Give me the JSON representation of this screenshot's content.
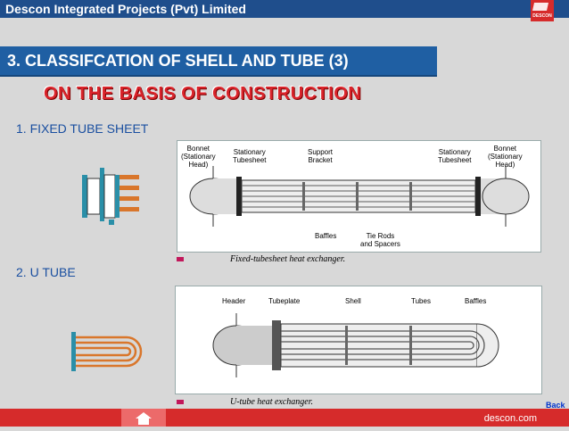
{
  "header": {
    "company": "Descon Integrated Projects (Pvt) Limited",
    "logo_text": "DESCON"
  },
  "section": {
    "title": "3. CLASSIFCATION OF SHELL AND TUBE (3)"
  },
  "heading": "ON THE BASIS OF CONSTRUCTION",
  "types": [
    {
      "label": "1. FIXED TUBE SHEET",
      "caption": "Fixed-tubesheet heat exchanger.",
      "callouts": [
        "Bonnet\n(Stationary\nHead)",
        "Stationary\nTubesheet",
        "Support\nBracket",
        "Stationary\nTubesheet",
        "Bonnet\n(Stationary\nHead)",
        "Baffles",
        "Tie Rods\nand Spacers"
      ]
    },
    {
      "label": "2. U TUBE",
      "caption": "U-tube heat exchanger.",
      "callouts": [
        "Header",
        "Tubeplate",
        "Shell",
        "Tubes",
        "Baffles"
      ]
    }
  ],
  "footer": {
    "website": "descon.com",
    "back_link": "Back",
    "home_icon": "home-icon"
  },
  "colors": {
    "topbar": "#1f4e8c",
    "section": "#1f5fa3",
    "heading": "#d9242b",
    "footer": "#d62b2b"
  }
}
